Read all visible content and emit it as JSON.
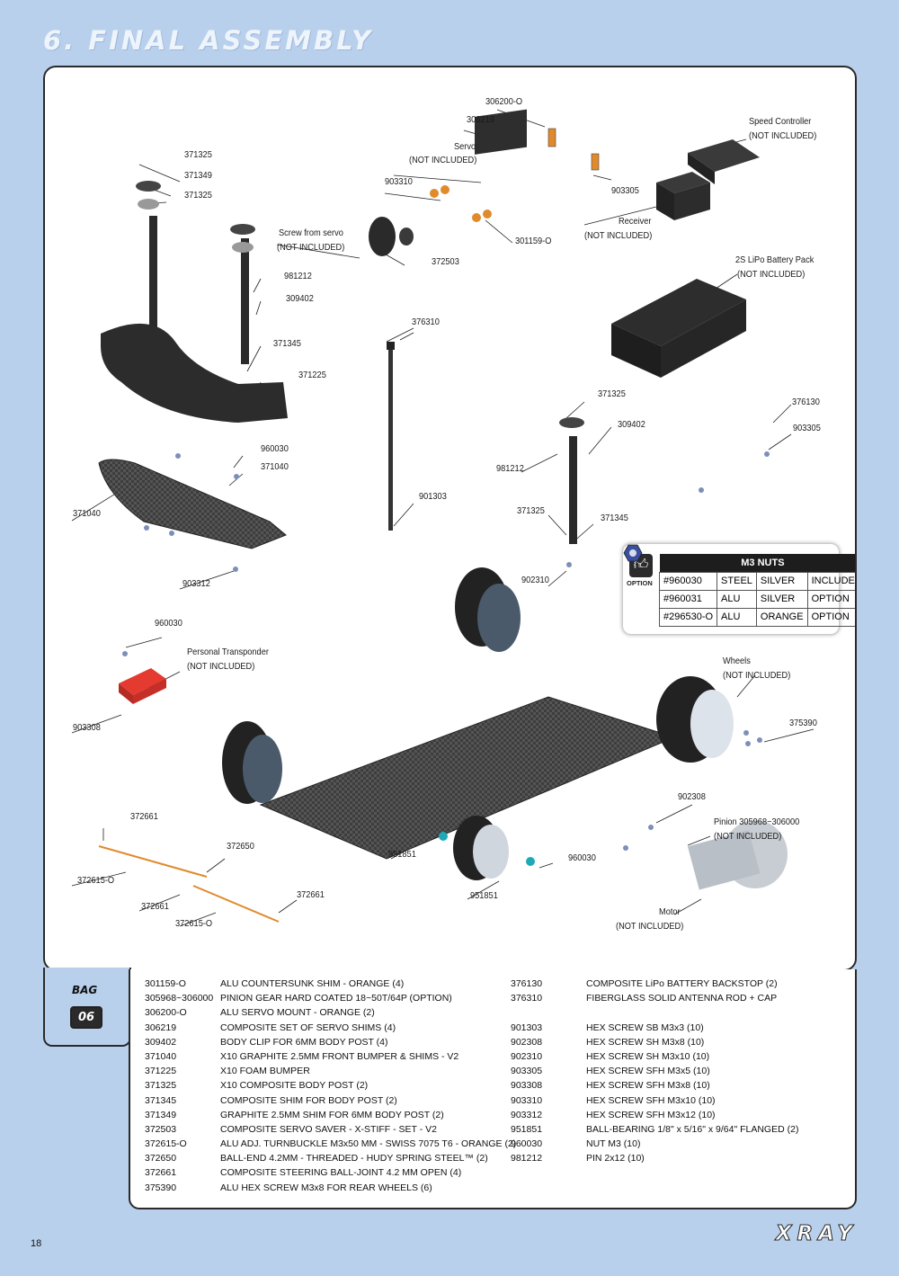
{
  "page": {
    "title": "6. FINAL ASSEMBLY",
    "page_number": "18",
    "brand": "XRAY"
  },
  "callouts": {
    "c306200": "306200-O",
    "c306219": "306219",
    "servo": "Servo",
    "servo_ni": "(NOT INCLUDED)",
    "speed": "Speed Controller",
    "speed_ni": "(NOT INCLUDED)",
    "c371325a": "371325",
    "c371349": "371349",
    "c371325b": "371325",
    "c903310": "903310",
    "c903305a": "903305",
    "screw_servo": "Screw from servo",
    "screw_servo_ni": "(NOT INCLUDED)",
    "receiver": "Receiver",
    "receiver_ni": "(NOT INCLUDED)",
    "c301159": "301159-O",
    "c372503": "372503",
    "c981212a": "981212",
    "c309402a": "309402",
    "battery": "2S LiPo Battery Pack",
    "battery_ni": "(NOT INCLUDED)",
    "c371345a": "371345",
    "c376310": "376310",
    "c371225": "371225",
    "c371325c": "371325",
    "c376130": "376130",
    "c309402b": "309402",
    "c903305b": "903305",
    "c960030a": "960030",
    "c371040a": "371040",
    "c981212b": "981212",
    "c371040b": "371040",
    "c901303": "901303",
    "c371325d": "371325",
    "c371345b": "371345",
    "c903312": "903312",
    "c902310": "902310",
    "c960030b": "960030",
    "transponder": "Personal Transponder",
    "transponder_ni": "(NOT INCLUDED)",
    "wheels": "Wheels",
    "wheels_ni": "(NOT INCLUDED)",
    "c903308": "903308",
    "c375390": "375390",
    "c902308": "902308",
    "c372661a": "372661",
    "pinion": "Pinion 305968~306000",
    "pinion_ni": "(NOT INCLUDED)",
    "c372650": "372650",
    "c951851a": "951851",
    "c960030c": "960030",
    "c372615a": "372615-O",
    "c951851b": "951851",
    "c372661b": "372661",
    "c372661c": "372661",
    "c372615b": "372615-O",
    "motor": "Motor",
    "motor_ni": "(NOT INCLUDED)"
  },
  "nuts_table": {
    "option_label": "OPTION",
    "title": "M3 NUTS",
    "rows": [
      {
        "code": "#960030",
        "material": "STEEL",
        "color": "SILVER",
        "status": "INCLUDED"
      },
      {
        "code": "#960031",
        "material": "ALU",
        "color": "SILVER",
        "status": "OPTION"
      },
      {
        "code": "#296530-O",
        "material": "ALU",
        "color": "ORANGE",
        "status": "OPTION"
      }
    ]
  },
  "bag": {
    "label": "BAG",
    "number": "06"
  },
  "parts_left": [
    {
      "code": "301159-O",
      "desc": "ALU COUNTERSUNK SHIM - ORANGE (4)"
    },
    {
      "code": "305968~306000",
      "desc": "PINION GEAR HARD COATED 18~50T/64P (OPTION)"
    },
    {
      "code": "306200-O",
      "desc": "ALU SERVO MOUNT - ORANGE (2)"
    },
    {
      "code": "306219",
      "desc": "COMPOSITE SET OF SERVO SHIMS (4)"
    },
    {
      "code": "309402",
      "desc": "BODY CLIP FOR 6MM BODY POST (4)"
    },
    {
      "code": "371040",
      "desc": "X10 GRAPHITE 2.5MM FRONT BUMPER & SHIMS - V2"
    },
    {
      "code": "371225",
      "desc": "X10 FOAM BUMPER"
    },
    {
      "code": "371325",
      "desc": "X10 COMPOSITE BODY POST (2)"
    },
    {
      "code": "371345",
      "desc": "COMPOSITE SHIM FOR BODY POST (2)"
    },
    {
      "code": "371349",
      "desc": "GRAPHITE 2.5MM SHIM FOR 6MM BODY POST (2)"
    },
    {
      "code": "372503",
      "desc": "COMPOSITE SERVO SAVER - X-STIFF - SET - V2"
    },
    {
      "code": "372615-O",
      "desc": "ALU ADJ. TURNBUCKLE M3x50 MM - SWISS 7075 T6 - ORANGE (2)"
    },
    {
      "code": "372650",
      "desc": "BALL-END 4.2MM - THREADED - HUDY SPRING STEEL™ (2)"
    },
    {
      "code": "372661",
      "desc": "COMPOSITE STEERING BALL-JOINT 4.2 MM OPEN (4)"
    },
    {
      "code": "375390",
      "desc": "ALU HEX SCREW M3x8 FOR REAR WHEELS (6)"
    }
  ],
  "parts_right_a": [
    {
      "code": "376130",
      "desc": "COMPOSITE LiPo BATTERY BACKSTOP (2)"
    },
    {
      "code": "376310",
      "desc": "FIBERGLASS SOLID ANTENNA ROD + CAP"
    }
  ],
  "parts_right_b": [
    {
      "code": "901303",
      "desc": "HEX SCREW SB M3x3 (10)"
    },
    {
      "code": "902308",
      "desc": "HEX SCREW SH M3x8 (10)"
    },
    {
      "code": "902310",
      "desc": "HEX SCREW SH M3x10 (10)"
    },
    {
      "code": "903305",
      "desc": "HEX SCREW SFH M3x5 (10)"
    },
    {
      "code": "903308",
      "desc": "HEX SCREW SFH M3x8 (10)"
    },
    {
      "code": "903310",
      "desc": "HEX SCREW SFH M3x10 (10)"
    },
    {
      "code": "903312",
      "desc": "HEX SCREW SFH M3x12 (10)"
    },
    {
      "code": "951851",
      "desc": "BALL-BEARING 1/8\" x 5/16\" x 9/64\" FLANGED (2)"
    },
    {
      "code": "960030",
      "desc": "NUT M3 (10)"
    },
    {
      "code": "981212",
      "desc": "PIN 2x12 (10)"
    }
  ],
  "colors": {
    "background": "#b9d0ec",
    "accent_orange": "#e08a2c",
    "carbon": "#3a3a3a",
    "screw_blue": "#7d8fb8"
  }
}
